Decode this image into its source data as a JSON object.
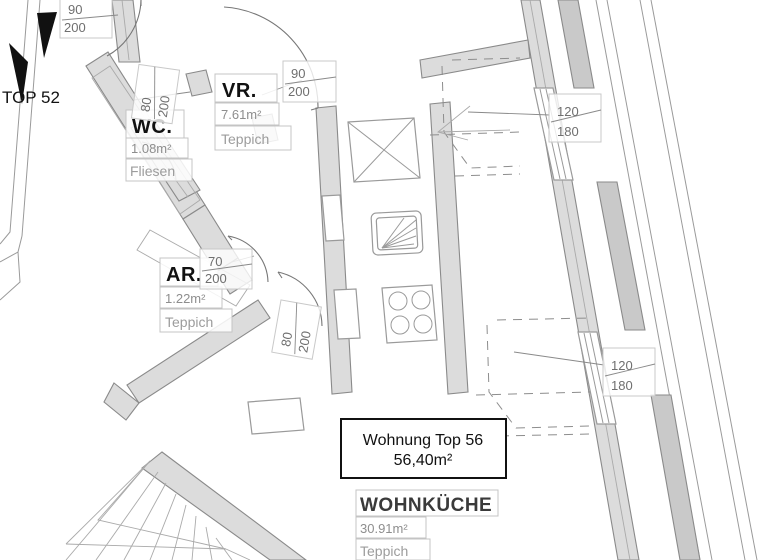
{
  "document": {
    "type": "architectural-floor-plan",
    "title": "Wohnung Top 56"
  },
  "main_label": {
    "unit": "Wohnung Top 56",
    "area": "56,40m²"
  },
  "neighbor": {
    "label": "TOP 52"
  },
  "rooms": [
    {
      "id": "vr",
      "name": "VR.",
      "area": "7.61m²",
      "material": "Teppich"
    },
    {
      "id": "wc",
      "name": "WC.",
      "area": "1.08m²",
      "material": "Fliesen"
    },
    {
      "id": "ar",
      "name": "AR.",
      "area": "1.22m²",
      "material": "Teppich"
    },
    {
      "id": "wohnkueche",
      "name": "WOHNKÜCHE",
      "area": "30.91m²",
      "material": "Teppich"
    }
  ],
  "door_dimensions": [
    {
      "id": "door-top-left",
      "width": "90",
      "height": "200"
    },
    {
      "id": "door-wc",
      "width": "80",
      "height": "200"
    },
    {
      "id": "door-vr-entry",
      "width": "90",
      "height": "200"
    },
    {
      "id": "door-ar",
      "width": "70",
      "height": "200"
    },
    {
      "id": "door-wohnkueche",
      "width": "80",
      "height": "200"
    }
  ],
  "window_dimensions": [
    {
      "id": "window-upper",
      "width": "120",
      "height": "180"
    },
    {
      "id": "window-lower",
      "width": "120",
      "height": "180"
    }
  ],
  "colors": {
    "wall_fill": "#dcdcdc",
    "wall_stroke": "#8a8a8a",
    "text_primary": "#111111",
    "text_faint": "#9c9c9c",
    "background": "#ffffff"
  }
}
